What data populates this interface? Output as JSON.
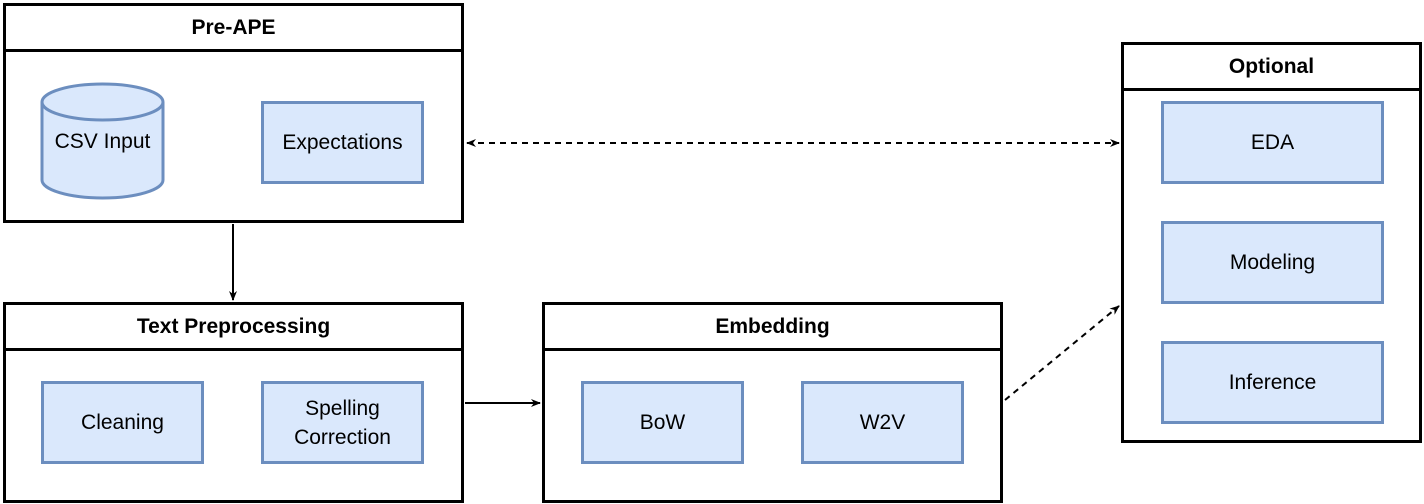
{
  "groups": {
    "pre_ape": {
      "title": "Pre-APE",
      "csv_input": "CSV Input",
      "expectations": "Expectations"
    },
    "text_preprocessing": {
      "title": "Text Preprocessing",
      "cleaning": "Cleaning",
      "spelling_correction": "Spelling\nCorrection"
    },
    "embedding": {
      "title": "Embedding",
      "bow": "BoW",
      "w2v": "W2V"
    },
    "optional": {
      "title": "Optional",
      "eda": "EDA",
      "modeling": "Modeling",
      "inference": "Inference"
    }
  },
  "colors": {
    "node_fill": "#dae8fc",
    "node_stroke": "#6c8ebf",
    "container_stroke": "#000000"
  }
}
